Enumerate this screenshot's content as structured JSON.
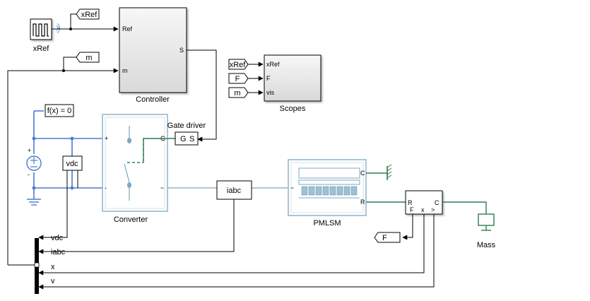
{
  "blocks": {
    "xref_source": {
      "label": "xRef"
    },
    "goto_xref": {
      "text": "xRef"
    },
    "goto_m": {
      "text": "m"
    },
    "controller": {
      "label": "Controller",
      "ports_in": [
        "Ref",
        "m"
      ],
      "ports_out": [
        "S"
      ]
    },
    "scopes": {
      "label": "Scopes",
      "ports_in": [
        "xRef",
        "F",
        "vis"
      ]
    },
    "from_xref": {
      "text": "xRef"
    },
    "from_f": {
      "text": "F"
    },
    "from_m": {
      "text": "m"
    },
    "solver": {
      "text": "f(x) = 0"
    },
    "vdc_sensor": {
      "text": "vdc"
    },
    "converter": {
      "label": "Converter",
      "port_gate": "G",
      "port_pos": "+",
      "port_neg": "-",
      "port_ac": "~"
    },
    "gate_driver": {
      "label": "Gate driver",
      "port_g": "G",
      "port_s": "S"
    },
    "iabc_sensor": {
      "text": "iabc"
    },
    "pmlsm": {
      "label": "PMLSM",
      "port_ac": "~",
      "port_c": "C",
      "port_r": "R"
    },
    "force_sensor": {
      "port_r": "R",
      "port_c": "C",
      "port_f": "F",
      "port_x": "x",
      "port_v": ">"
    },
    "goto_f": {
      "text": "F"
    },
    "mass": {
      "label": "Mass"
    },
    "bus": {
      "signals": [
        "vdc",
        "iabc",
        "x",
        "v"
      ]
    },
    "dc_source": {
      "plus": "+",
      "minus": "-"
    }
  },
  "colors": {
    "electrical": "#4b7bd0",
    "electrical_light": "#8fb4c8",
    "mechanical": "#2e7d4f",
    "signal": "#000000"
  }
}
